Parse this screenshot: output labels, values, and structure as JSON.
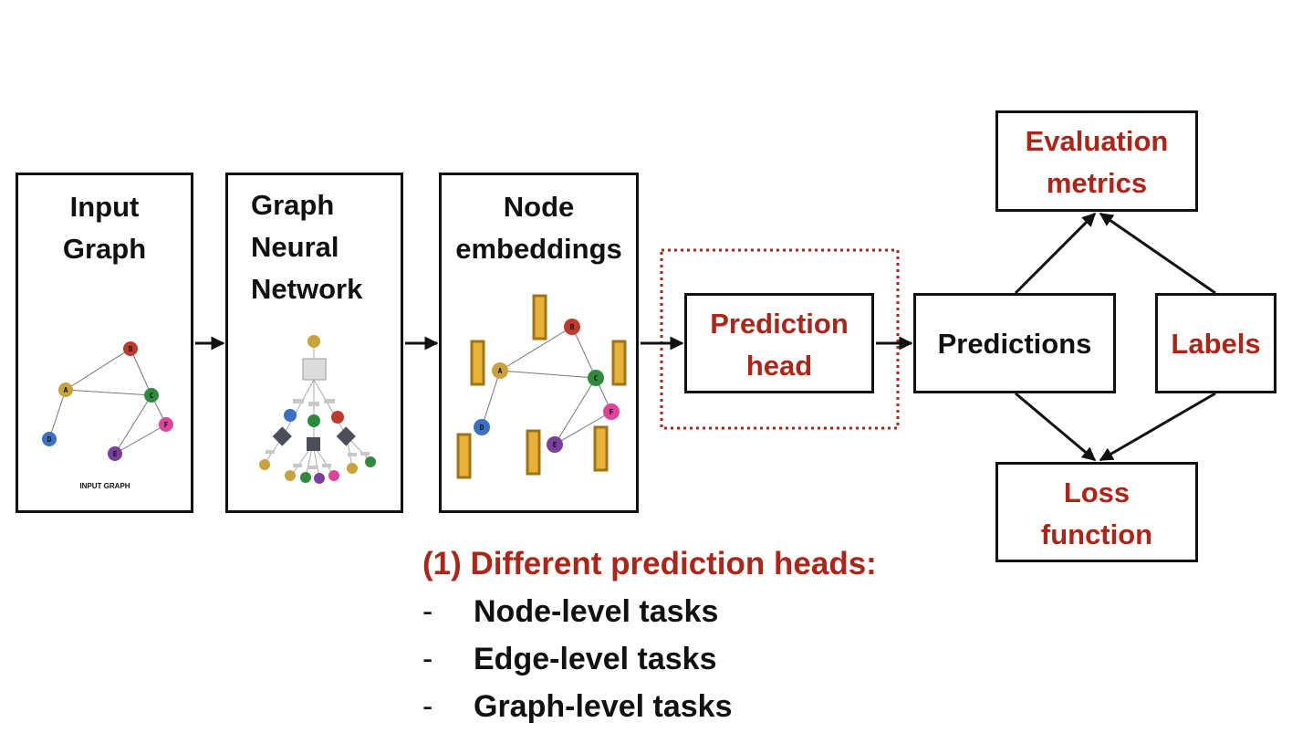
{
  "boxes": {
    "input_graph": [
      "Input",
      "Graph"
    ],
    "gnn": [
      "Graph",
      "Neural",
      "Network"
    ],
    "node_embeddings": [
      "Node",
      "embeddings"
    ],
    "prediction_head": [
      "Prediction",
      "head"
    ],
    "predictions": "Predictions",
    "labels": "Labels",
    "evaluation_metrics": [
      "Evaluation",
      "metrics"
    ],
    "loss_function": [
      "Loss",
      "function"
    ]
  },
  "input_graph_caption": "INPUT GRAPH",
  "node_letters": [
    "A",
    "B",
    "C",
    "D",
    "E",
    "F"
  ],
  "bullets": {
    "heading": "(1) Different prediction heads:",
    "dash": "-",
    "items": [
      "Node-level tasks",
      "Edge-level tasks",
      "Graph-level tasks"
    ]
  },
  "colors": {
    "accent_red": "#b02418",
    "node_A": "#c9a23c",
    "node_B": "#c0392b",
    "node_C": "#2e8b3e",
    "node_D": "#3a6fc4",
    "node_E": "#7b3fa0",
    "node_F": "#e0449a",
    "embedding_bar": "#e8b23a"
  }
}
